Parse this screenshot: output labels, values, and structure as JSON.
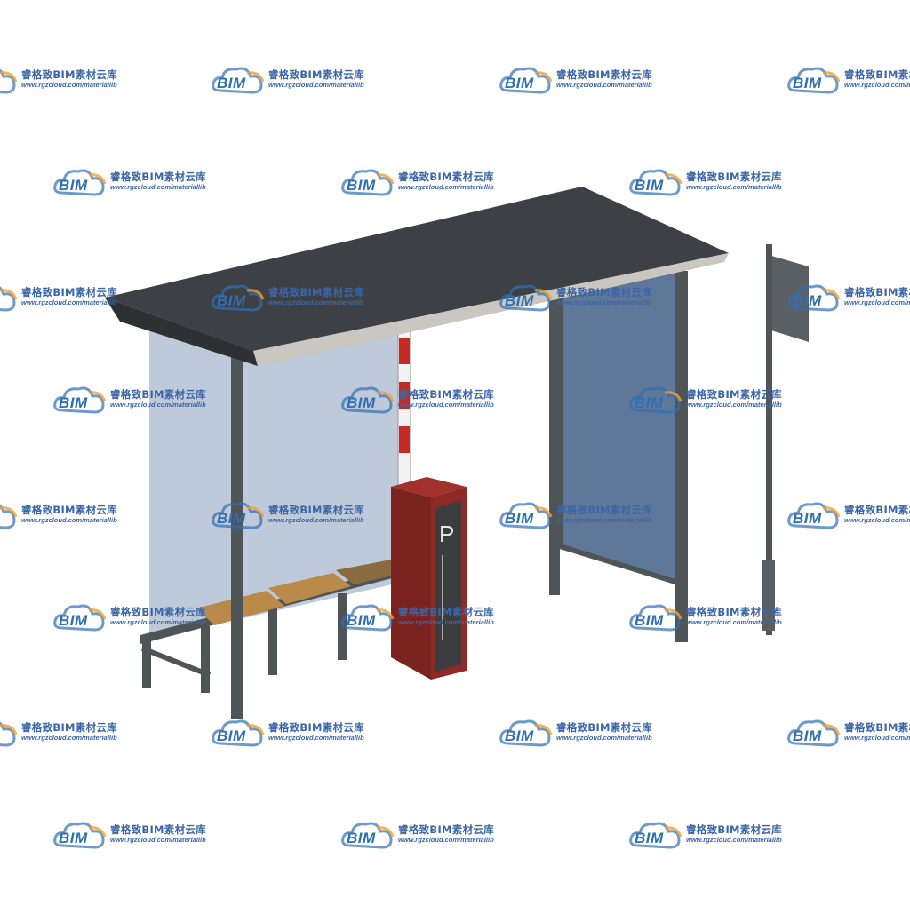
{
  "scene": {
    "subject": "bus-shelter",
    "colors": {
      "roof_top": "#3d4145",
      "roof_edge": "#c9c7bf",
      "frame": "#4f5457",
      "glass": "#8fa3bf",
      "glass_dark": "#5e7596",
      "kiosk": "#8e2a26",
      "kiosk_panel": "#3c3d3f",
      "seat": "#b98a4a",
      "stripe_red": "#c42b22"
    },
    "kiosk": {
      "symbol": "P"
    },
    "watermark": {
      "logo": "BIM",
      "brand": "睿格致BIM素材云库",
      "url": "www.rgzcloud.com/materiallib"
    }
  }
}
